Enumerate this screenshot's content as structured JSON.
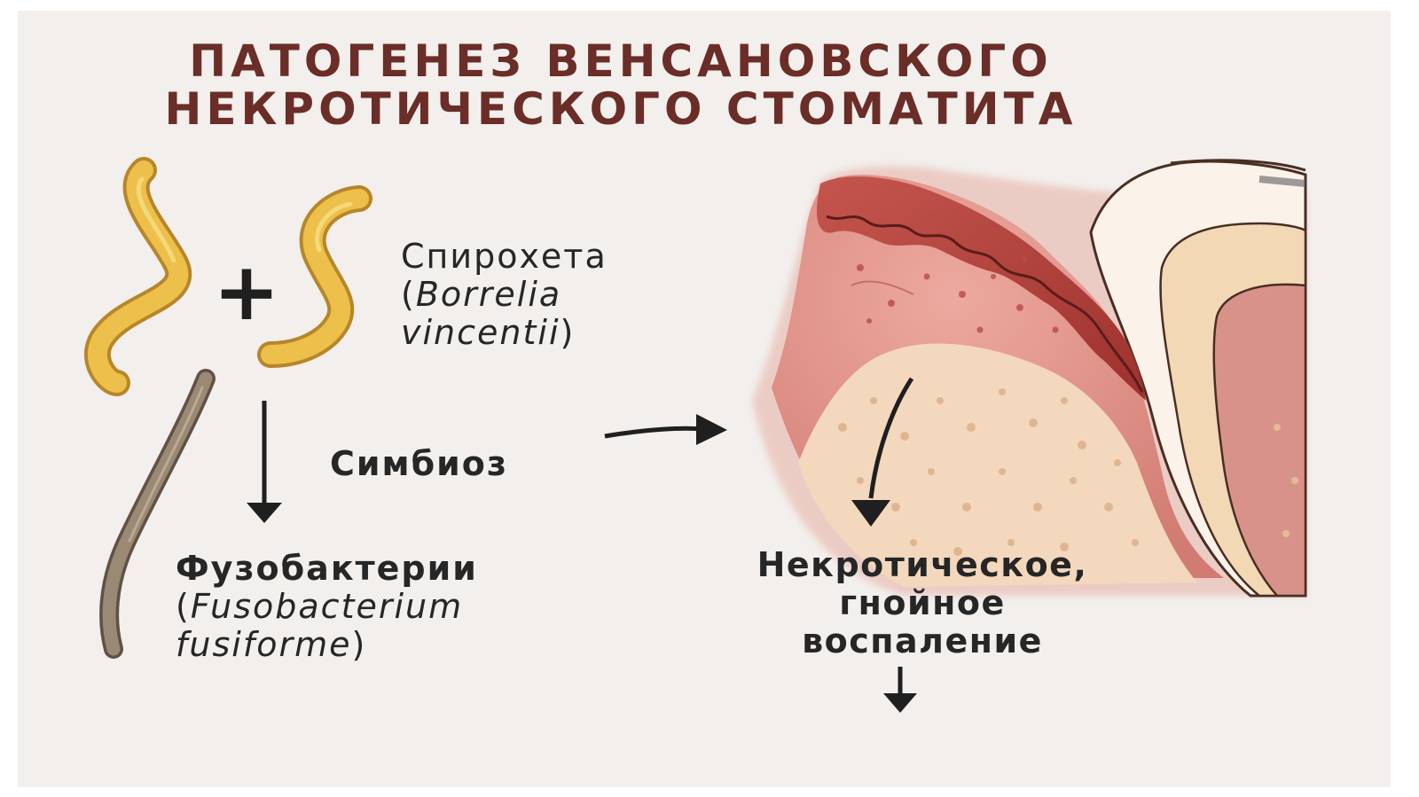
{
  "title": {
    "line1": "ПАТОГЕНЕЗ ВЕНСАНОВСКОГО",
    "line2": "НЕКРОТИЧЕСКОГО СТОМАТИТА"
  },
  "spirochete": {
    "name": "Спирохета",
    "latin": "Borrelia vincentii",
    "latin_line1": "Borrelia",
    "latin_line2": "vincentii"
  },
  "fusobacteria": {
    "name": "Фузобактерии",
    "latin_line1": "Fusobacterium",
    "latin_line2": "fusiforme"
  },
  "symbiosis": "Симбиоз",
  "plus_sign": "+",
  "outcome": {
    "line1": "Некротическое,",
    "line2": "гнойное",
    "line3": "воспаление"
  },
  "colors": {
    "title": "#6b2d27",
    "spirochete": "#e3b53c",
    "fusobacteria": "#8a7a68",
    "gum": "#d7867e",
    "necrosis": "#a6342f",
    "bone": "#f3d8bd",
    "tooth": "#f3dcc0",
    "background": "#f2efec"
  }
}
